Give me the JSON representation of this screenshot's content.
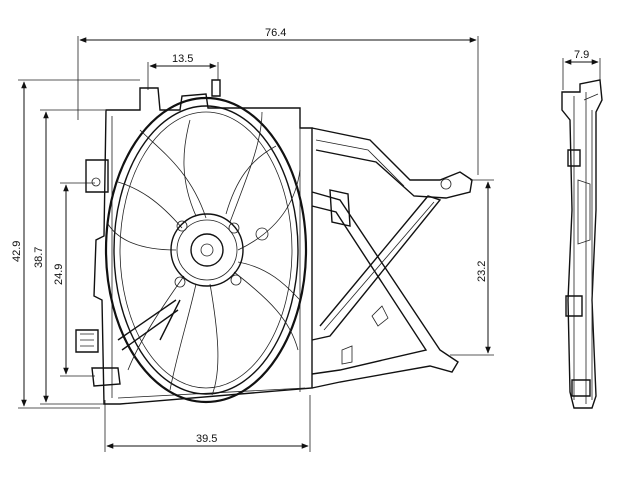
{
  "dimensions": {
    "overall_width": "76.4",
    "hub_offset": "13.5",
    "overall_height": "42.9",
    "frame_height": "38.7",
    "inner_height": "24.9",
    "bracket_height": "23.2",
    "shroud_width": "39.5",
    "side_depth": "7.9"
  }
}
